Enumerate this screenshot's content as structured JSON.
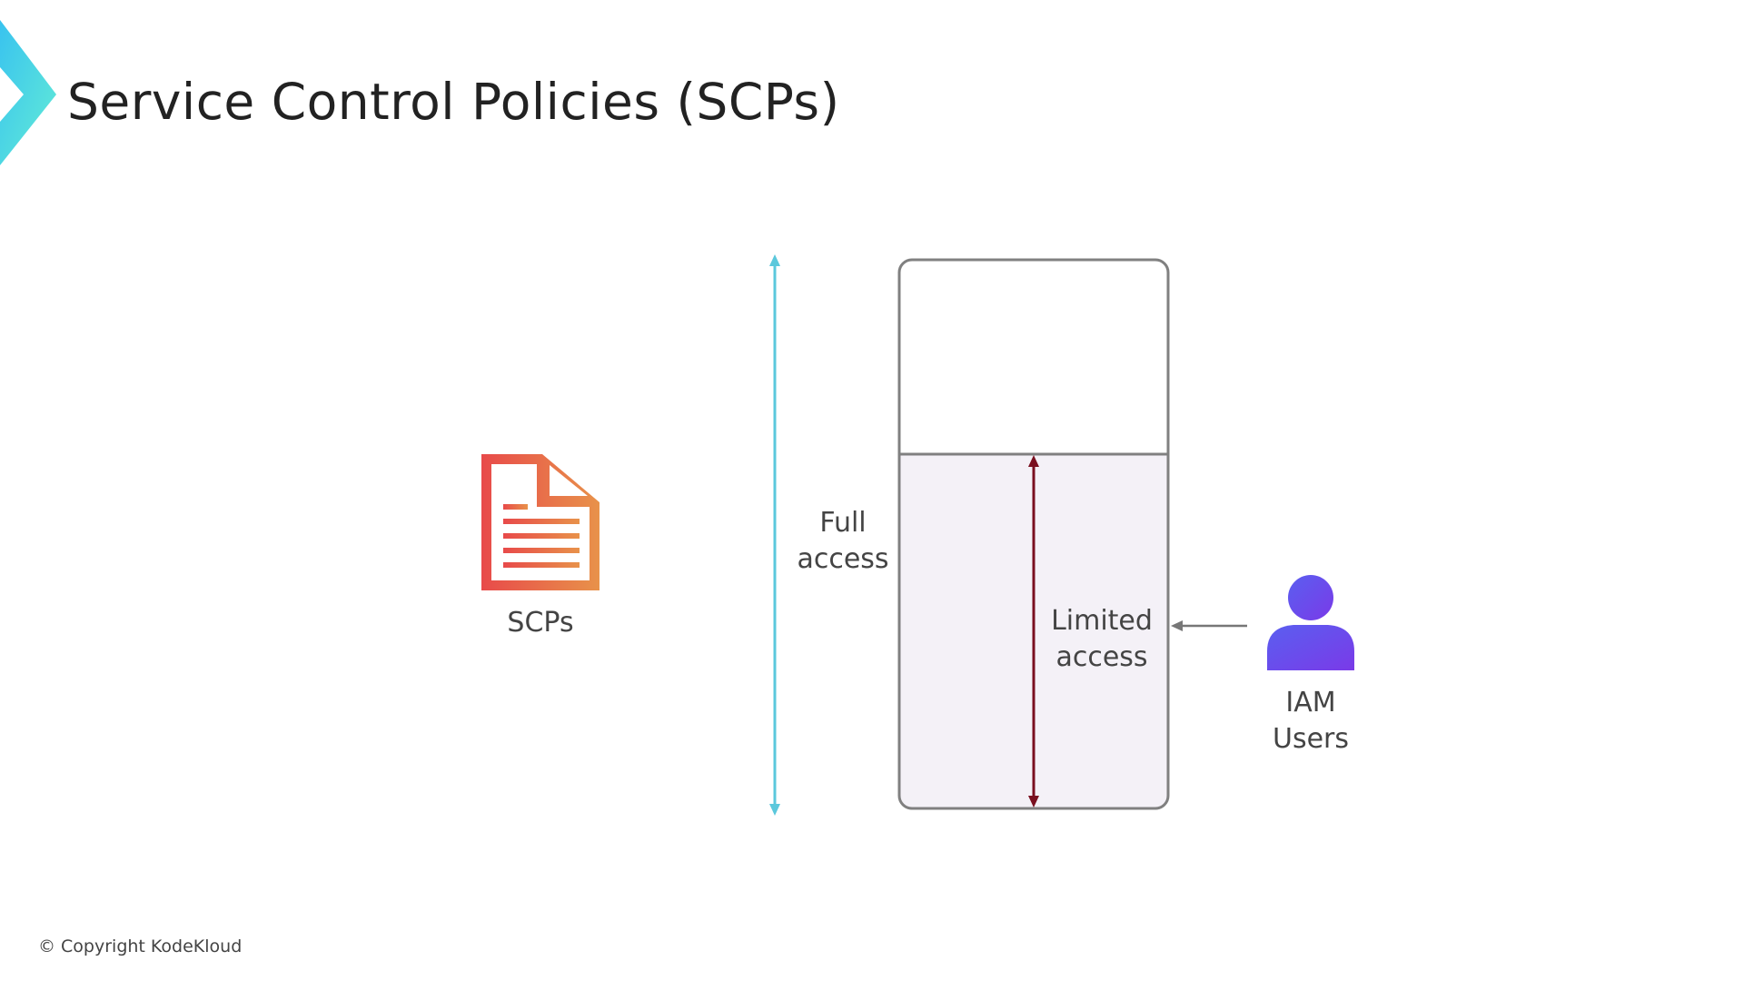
{
  "title": "Service Control Policies (SCPs)",
  "labels": {
    "scps": "SCPs",
    "full_access_line1": "Full",
    "full_access_line2": "access",
    "limited_access_line1": "Limited",
    "limited_access_line2": "access",
    "iam_users_line1": "IAM",
    "iam_users_line2": "Users"
  },
  "copyright": "© Copyright KodeKloud",
  "icons": {
    "logo": "kodekloud-chevron-icon",
    "policy": "document-icon",
    "user": "user-icon"
  },
  "colors": {
    "full_access_arrow": "#5bc8dc",
    "limited_access_arrow": "#7a1020",
    "iam_arrow": "#777777",
    "container_border": "#808080",
    "limited_fill": "#f4f1f7",
    "document_gradient": [
      "#e84a4a",
      "#e8924a"
    ],
    "user_gradient": [
      "#5a5ff0",
      "#7a3ae8"
    ],
    "logo_gradient": [
      "#39c3ef",
      "#63ecd6"
    ]
  }
}
